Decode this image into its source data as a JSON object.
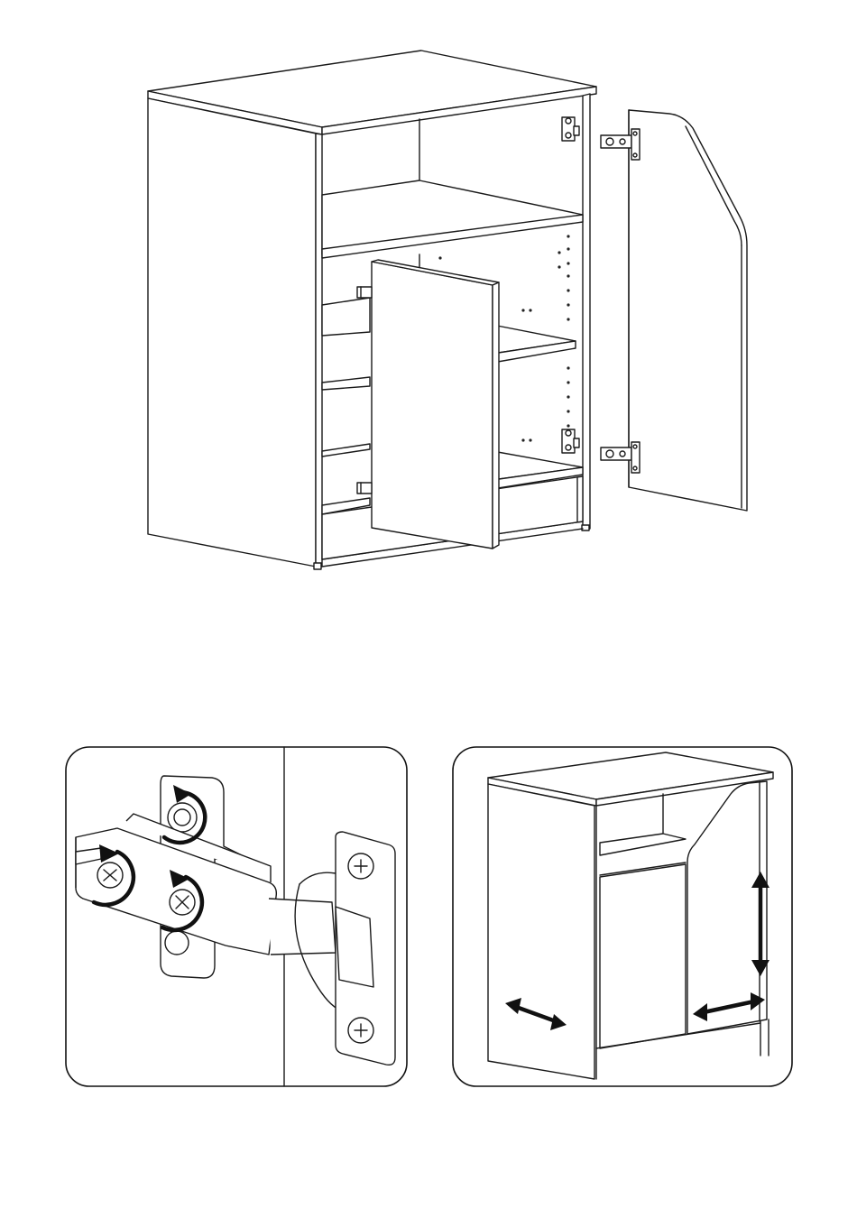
{
  "document": {
    "type": "assembly-instruction-page",
    "colors": {
      "line": "#1a1a1a",
      "background": "#ffffff"
    },
    "figures": [
      {
        "id": "cabinet-exploded-view",
        "icon": "cabinet-with-doors-and-hinges"
      },
      {
        "id": "hinge-adjustment-detail",
        "icon": "hinge-screws-rotate"
      },
      {
        "id": "door-adjustment-directions",
        "icon": "double-arrows"
      }
    ]
  }
}
